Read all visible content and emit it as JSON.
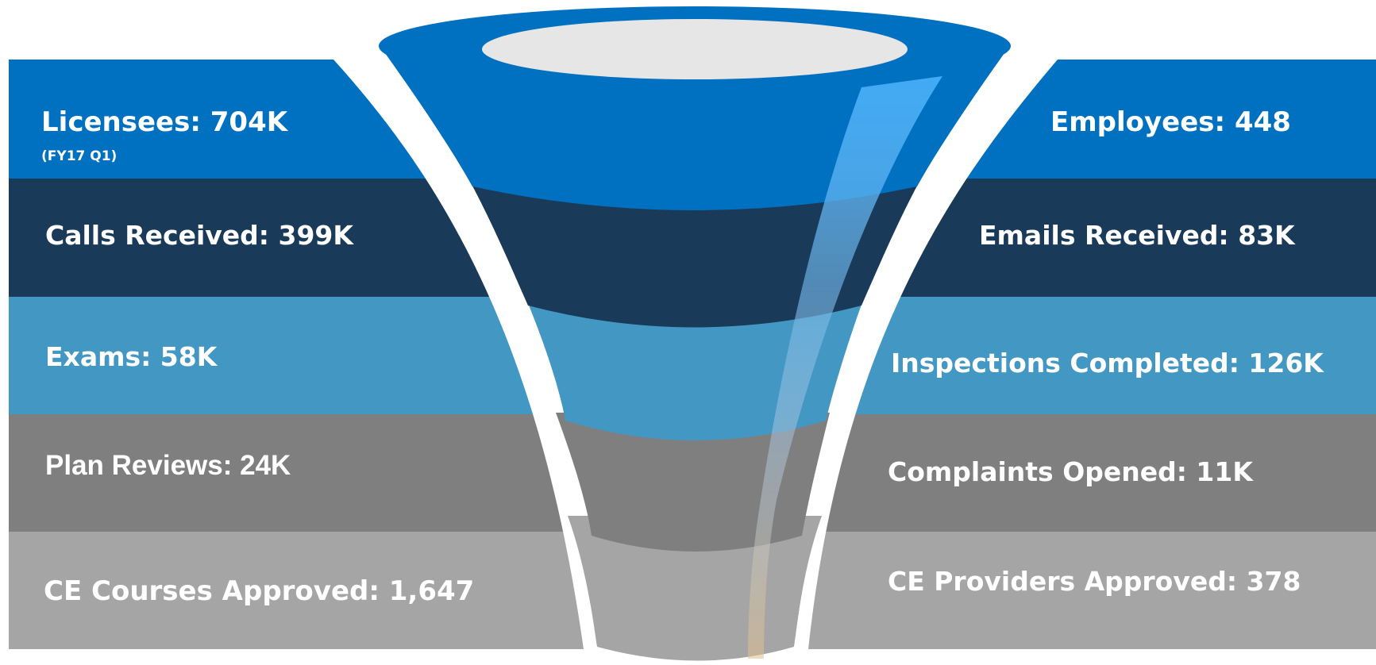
{
  "funnel": {
    "left": [
      {
        "label": "Licensees: 704K",
        "note": "(FY17 Q1)",
        "color": "#0070c0"
      },
      {
        "label": "Calls Received: 399K",
        "color": "#1a3a59"
      },
      {
        "label": "Exams: 58K",
        "color": "#4397c3"
      },
      {
        "label": "Plan Reviews: 24K",
        "color": "#7f7f7f"
      },
      {
        "label": "CE Courses Approved: 1,647",
        "color": "#a5a5a5"
      }
    ],
    "right": [
      {
        "label": "Employees: 448",
        "color": "#0070c0"
      },
      {
        "label": "Emails Received: 83K",
        "color": "#1a3a59"
      },
      {
        "label": "Inspections Completed: 126K",
        "color": "#4397c3"
      },
      {
        "label": "Complaints Opened: 11K",
        "color": "#7f7f7f"
      },
      {
        "label": "CE Providers Approved: 378",
        "color": "#a5a5a5"
      }
    ],
    "funnel_colors": {
      "rim": "#0070c0",
      "rim_inner": "#e6e6e6",
      "highlight": "#45aef8",
      "separator": "#ffffff"
    }
  }
}
